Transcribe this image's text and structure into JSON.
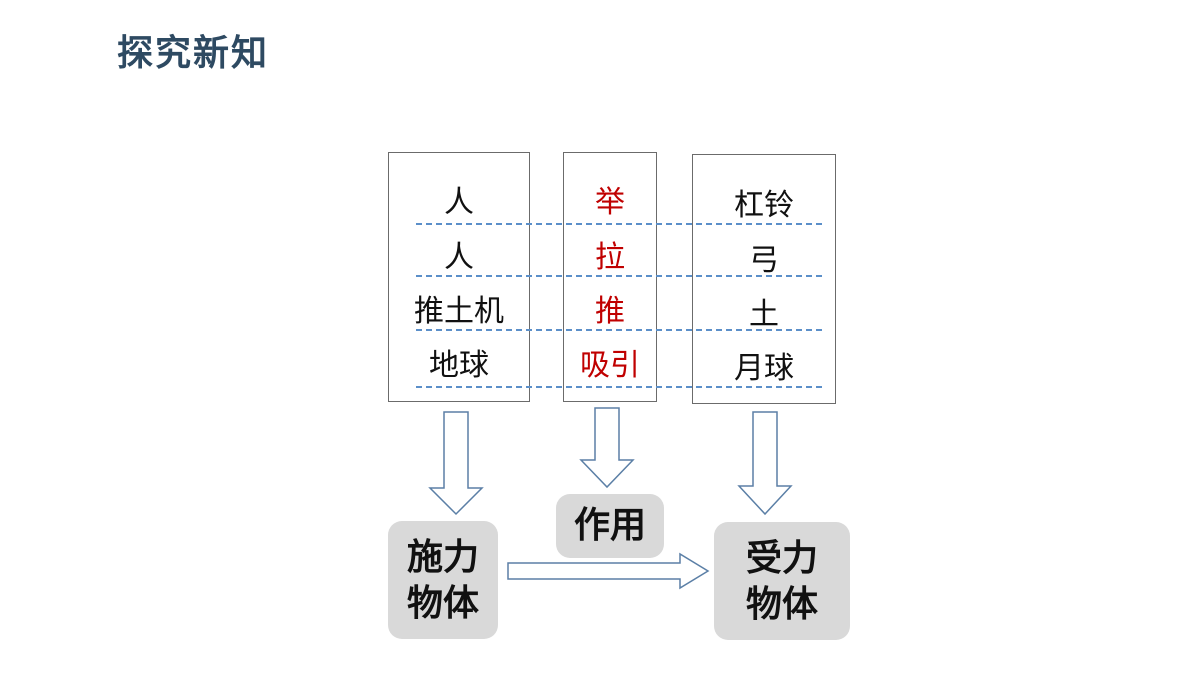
{
  "title": "探究新知",
  "columns": {
    "subject": [
      "人",
      "人",
      "推土机",
      "地球"
    ],
    "action": [
      "举",
      "拉",
      "推",
      "吸引"
    ],
    "object": [
      "杠铃",
      "弓",
      "土",
      "月球"
    ]
  },
  "boxes": {
    "applier": {
      "line1": "施力",
      "line2": "物体"
    },
    "interaction": "作用",
    "receiver": {
      "line1": "受力",
      "line2": "物体"
    }
  },
  "colors": {
    "title": "#2e4a62",
    "action_text": "#c00000",
    "dashed_line": "#5b8fc9",
    "arrow_stroke": "#5b7fa6",
    "box_fill": "#d9d9d9"
  }
}
